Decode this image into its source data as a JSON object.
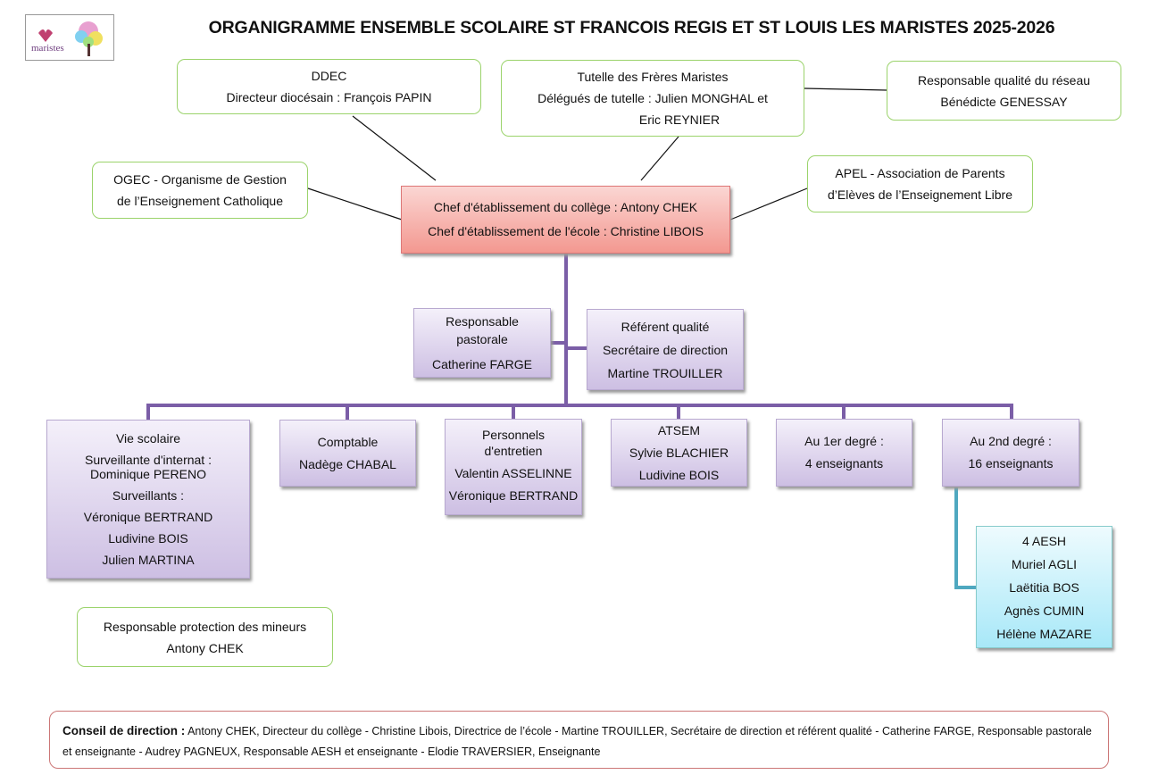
{
  "title": "ORGANIGRAMME ENSEMBLE SCOLAIRE ST FRANCOIS REGIS ET ST LOUIS LES MARISTES 2025-2026",
  "logo": {
    "text": "maristes"
  },
  "ddec": {
    "l1": "DDEC",
    "l2": "Directeur diocésain : François PAPIN"
  },
  "tutelle": {
    "l1": "Tutelle des Frères Maristes",
    "l2": "Délégués de tutelle : Julien MONGHAL et",
    "l3": "Eric REYNIER"
  },
  "qualite_reseau": {
    "l1": "Responsable qualité du réseau",
    "l2": "Bénédicte GENESSAY"
  },
  "ogec": {
    "l1": "OGEC - Organisme de Gestion",
    "l2": "de l’Enseignement Catholique"
  },
  "apel": {
    "l1": "APEL - Association de Parents",
    "l2": "d’Elèves de l’Enseignement Libre"
  },
  "chef": {
    "l1": "Chef d'établissement du collège : Antony CHEK",
    "l2": "Chef d'établissement de l'école : Christine LIBOIS"
  },
  "pastorale": {
    "l1": "Responsable",
    "l2": "pastorale",
    "l3": "Catherine FARGE"
  },
  "referent": {
    "l1": "Référent qualité",
    "l2": "Secrétaire de direction",
    "l3": "Martine TROUILLER"
  },
  "vie_scolaire": {
    "l1": "Vie scolaire",
    "l2": "Surveillante d'internat :",
    "l3": "Dominique PERENO",
    "l4": "Surveillants :",
    "l5": "Véronique BERTRAND",
    "l6": "Ludivine BOIS",
    "l7": "Julien MARTINA"
  },
  "comptable": {
    "l1": "Comptable",
    "l2": "Nadège CHABAL"
  },
  "entretien": {
    "l1": "Personnels",
    "l2": "d'entretien",
    "l3": "Valentin ASSELINNE",
    "l4": "Véronique BERTRAND"
  },
  "atsem": {
    "l1": "ATSEM",
    "l2": "Sylvie BLACHIER",
    "l3": "Ludivine BOIS"
  },
  "degre1": {
    "l1": "Au 1er degré :",
    "l2": "4 enseignants"
  },
  "degre2": {
    "l1": "Au 2nd degré :",
    "l2": "16 enseignants"
  },
  "aesh": {
    "l1": "4 AESH",
    "l2": "Muriel AGLI",
    "l3": "Laëtitia BOS",
    "l4": "Agnès CUMIN",
    "l5": "Hélène MAZARE"
  },
  "protection": {
    "l1": "Responsable protection des mineurs",
    "l2": "Antony CHEK"
  },
  "conseil": {
    "label": "Conseil de direction :",
    "text": " Antony CHEK, Directeur du collège - Christine Libois, Directrice de l’école - Martine TROUILLER, Secrétaire de direction et référent qualité - Catherine FARGE, Responsable pastorale et enseignante - Audrey PAGNEUX, Responsable AESH et enseignante - Elodie TRAVERSIER, Enseignante"
  },
  "colors": {
    "line_purple": "#7b5ea7",
    "line_teal": "#4fa8c0",
    "green_border": "#9bd36b",
    "pink": "#f39890"
  }
}
